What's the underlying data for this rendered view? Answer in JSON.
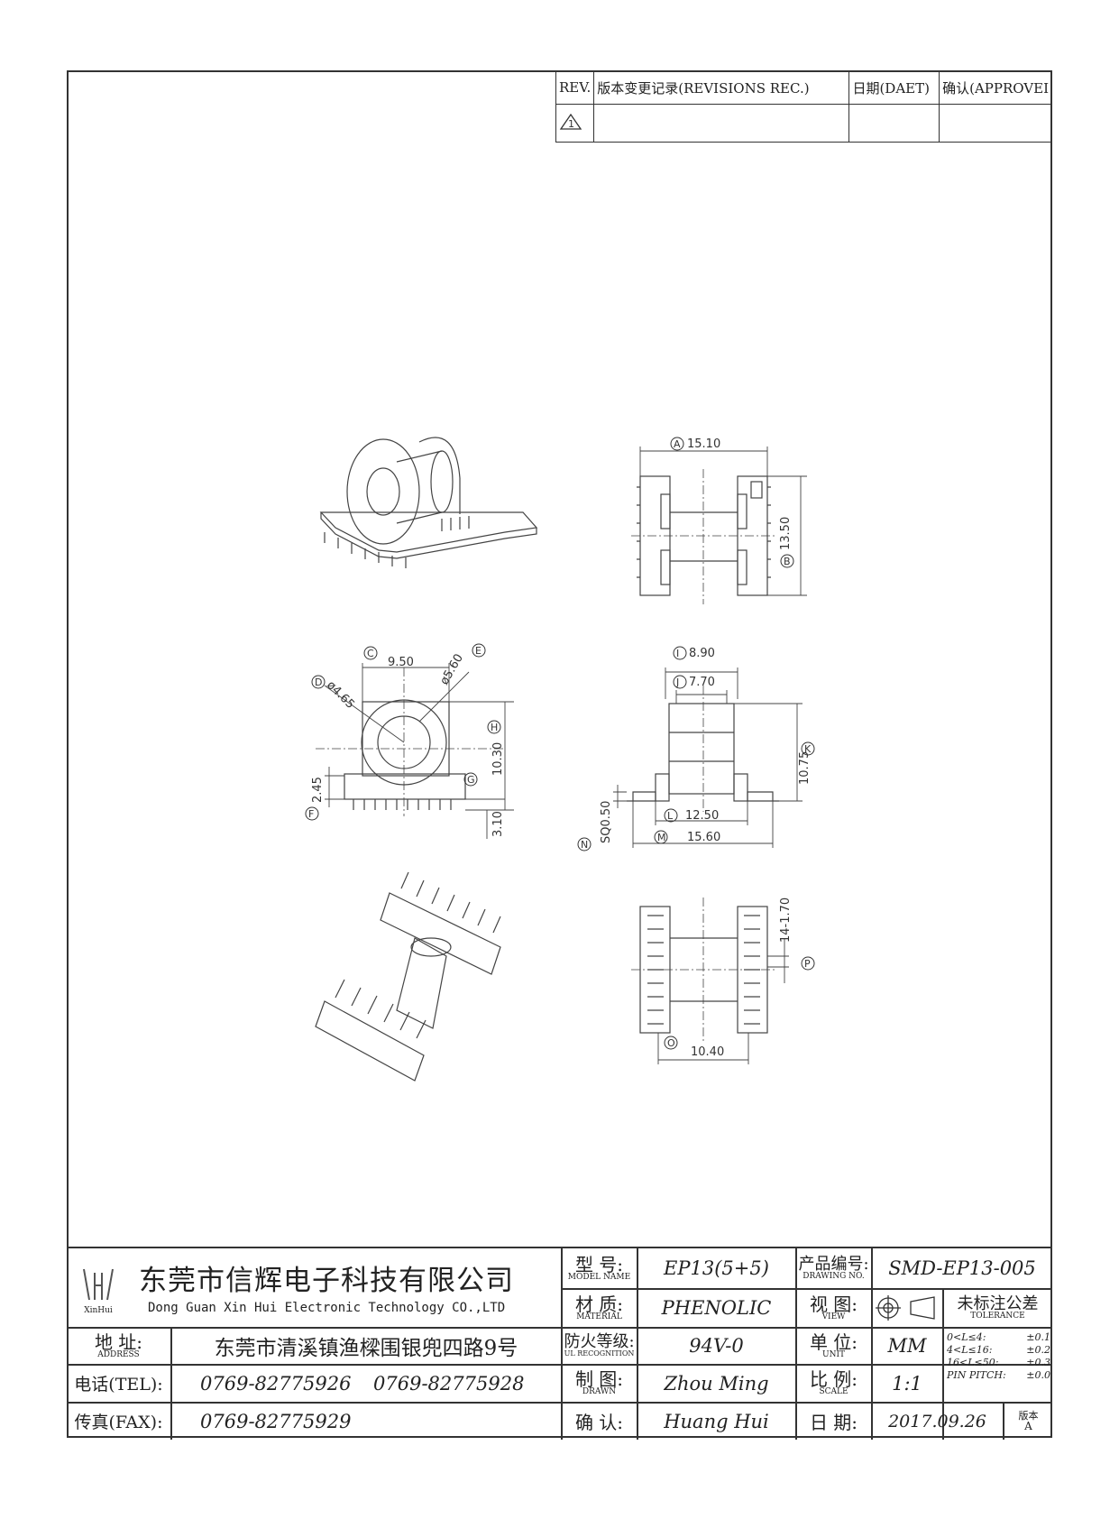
{
  "revision_table": {
    "headers": {
      "rev": "REV.",
      "record": "版本变更记录(REVISIONS REC.)",
      "date": "日期(DAET)",
      "approve": "确认(APPROVEI"
    },
    "row1_symbol": "1"
  },
  "dimensions": {
    "A": "15.10",
    "B": "13.50",
    "C": "9.50",
    "D": "ø4.65",
    "E": "ø5.60",
    "F": "2.45",
    "G": "3.10",
    "H": "10.30",
    "I": "8.90",
    "J": "7.70",
    "K": "10.75",
    "L": "12.50",
    "M": "15.60",
    "N": "SQ0.50",
    "O": "10.40",
    "P": "14-1.70"
  },
  "dimension_letters": [
    "A",
    "B",
    "C",
    "D",
    "E",
    "F",
    "G",
    "H",
    "I",
    "J",
    "K",
    "L",
    "M",
    "N",
    "O",
    "P"
  ],
  "title_block": {
    "logo_text": "XinHui",
    "company_cn": "东莞市信辉电子科技有限公司",
    "company_en": "Dong Guan Xin Hui Electronic Technology CO.,LTD",
    "address_label": "地 址:",
    "address_label_en": "ADDRESS",
    "address": "东莞市清溪镇渔樑围银兜四路9号",
    "tel_label": "电话(TEL):",
    "tel1": "0769-82775926",
    "tel2": "0769-82775928",
    "fax_label": "传真(FAX):",
    "fax": "0769-82775929",
    "model_label": "型 号:",
    "model_label_en": "MODEL NAME",
    "model": "EP13(5+5)",
    "material_label": "材 质:",
    "material_label_en": "MATERIAL",
    "material": "PHENOLIC",
    "ul_label": "防火等级:",
    "ul_label_en": "UL RECOGNITION",
    "ul": "94V-0",
    "drawn_label": "制 图:",
    "drawn_label_en": "DRAWN",
    "drawn": "Zhou Ming",
    "confirm_label": "确 认:",
    "confirm": "Huang Hui",
    "drawing_no_label": "产品编号:",
    "drawing_no_label_en": "DRAWING NO.",
    "drawing_no": "SMD-EP13-005",
    "view_label": "视 图:",
    "view_label_en": "VIEW",
    "unit_label": "单 位:",
    "unit_label_en": "UNIT",
    "unit": "MM",
    "scale_label": "比 例:",
    "scale_label_en": "SCALE",
    "scale": "1:1",
    "date_label": "日 期:",
    "date": "2017.09.26",
    "version_label": "版本",
    "version": "A",
    "tolerance_label": "未标注公差",
    "tolerance_label_en": "TOLERANCE",
    "tolerances": [
      {
        "range": "0<L≤4:",
        "value": "±0.1"
      },
      {
        "range": "4<L≤16:",
        "value": "±0.2"
      },
      {
        "range": "16<L≤50:",
        "value": "±0.3"
      },
      {
        "range": "PIN PITCH:",
        "value": "±0.0"
      }
    ]
  }
}
